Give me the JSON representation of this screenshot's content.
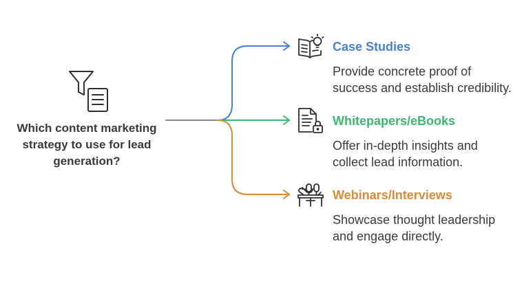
{
  "question": {
    "text": "Which content marketing strategy to use for lead generation?",
    "icon": "funnel-document-icon"
  },
  "colors": {
    "stem": "#8a8a8a",
    "case_studies": "#4a80d4",
    "whitepapers": "#3bb873",
    "webinars": "#d98a35",
    "text": "#3a3a3a",
    "icon_stroke": "#2e2e2e"
  },
  "options": [
    {
      "title": "Case Studies",
      "description": "Provide concrete proof of success and establish credibility.",
      "icon": "book-lightbulb-icon",
      "color": "#4a80d4"
    },
    {
      "title": "Whitepapers/eBooks",
      "description": "Offer in-depth insights and collect lead information.",
      "icon": "document-lock-icon",
      "color": "#3bb873"
    },
    {
      "title": "Webinars/Interviews",
      "description": "Showcase thought leadership and engage directly.",
      "icon": "microphones-table-icon",
      "color": "#d98a35"
    }
  ]
}
